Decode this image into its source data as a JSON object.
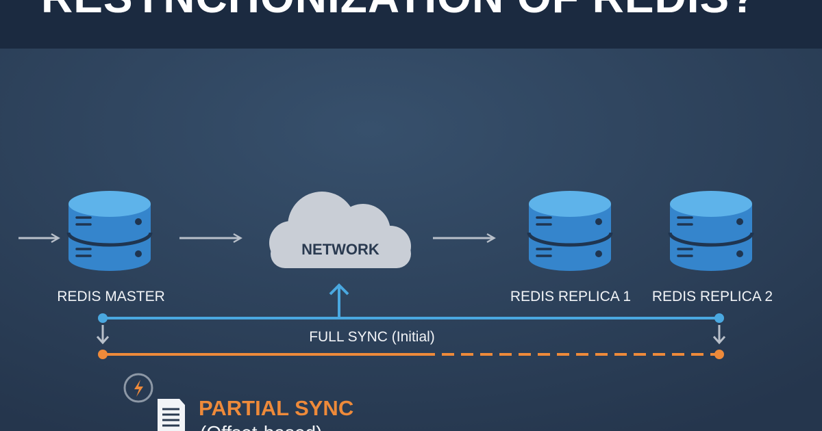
{
  "title": "RESYNCHONIZATION OF REDIS?",
  "nodes": {
    "master": "REDIS MASTER",
    "network": "NETWORK",
    "replica1": "REDIS REPLICA 1",
    "replica2": "REDIS REPLICA 2"
  },
  "full_sync": "FULL SYNC (Initial)",
  "partial_sync": {
    "title": "PARTIAL SYNC",
    "subtitle": "(Offset-based)"
  },
  "icons": [
    "database-icon",
    "cloud-icon",
    "lightning-icon",
    "document-icon",
    "arrow-right-icon",
    "arrow-up-icon",
    "arrow-down-icon"
  ],
  "colors": {
    "background": "#2c3e56",
    "header": "#1b2a40",
    "database": "#3b8fd6",
    "full_sync": "#4aa8e0",
    "partial_sync": "#ee8a3a",
    "cloud": "#c9ced6"
  }
}
